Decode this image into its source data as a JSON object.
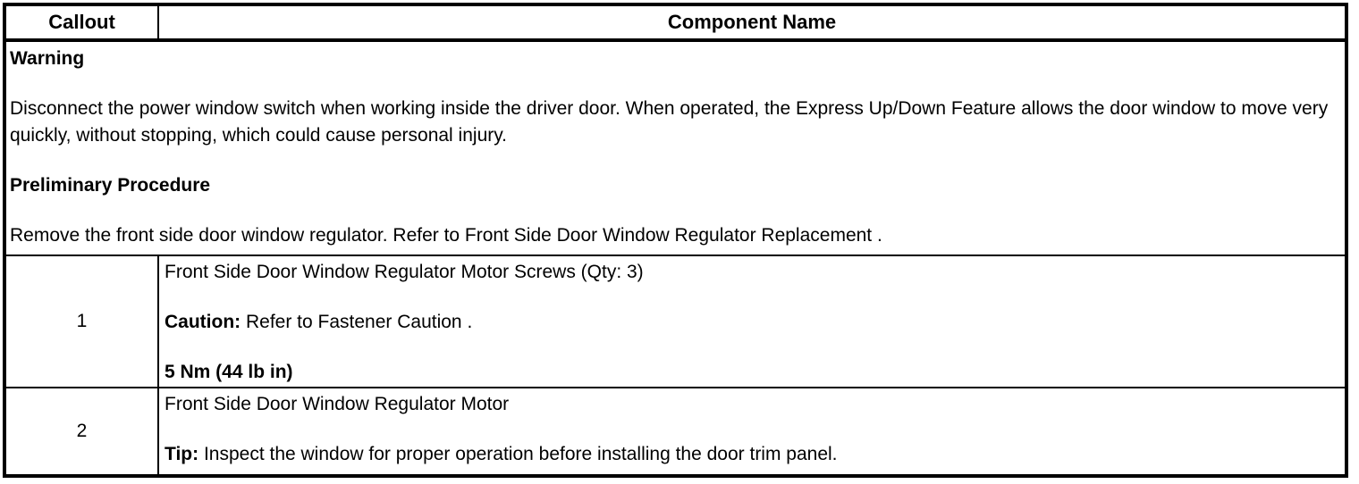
{
  "table": {
    "header": {
      "callout": "Callout",
      "component_name": "Component Name"
    },
    "preamble": {
      "warning_title": "Warning",
      "warning_text": "Disconnect the power window switch when working inside the driver door. When operated, the Express Up/Down Feature allows the door window to move very quickly, without stopping, which could cause personal injury.",
      "preliminary_title": "Preliminary Procedure",
      "preliminary_text": "Remove the front side door window regulator. Refer to Front Side Door Window Regulator Replacement ."
    },
    "rows": [
      {
        "callout": "1",
        "name": "Front Side Door Window Regulator Motor Screws (Qty: 3)",
        "note_label": "Caution:",
        "note_text": " Refer to Fastener Caution .",
        "torque": "5 Nm (44 lb in)"
      },
      {
        "callout": "2",
        "name": "Front Side Door Window Regulator Motor",
        "note_label": "Tip:",
        "note_text": " Inspect the window for proper operation before installing the door trim panel."
      }
    ]
  },
  "colors": {
    "border": "#000000",
    "text": "#000000",
    "background": "#ffffff"
  }
}
